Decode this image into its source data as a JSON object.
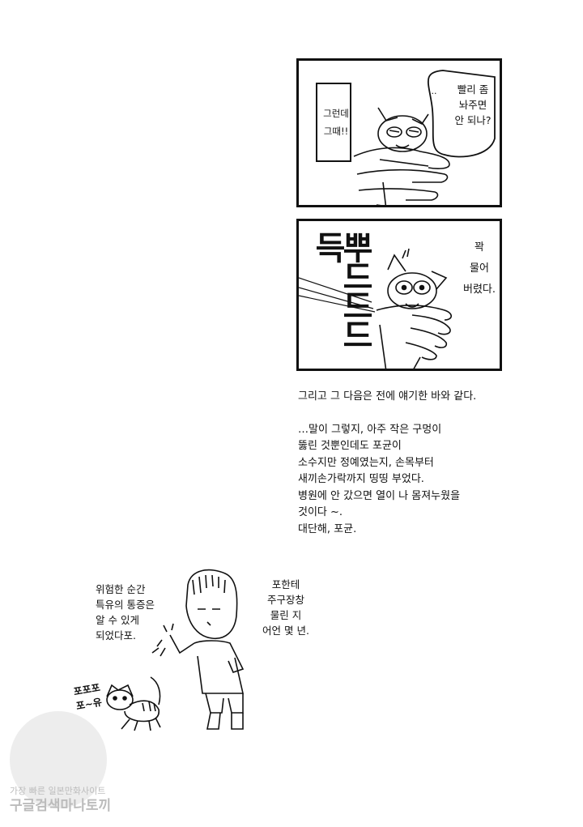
{
  "panel1": {
    "box_text_lines": [
      "그런데",
      "그때!!"
    ],
    "bubble_text_lines": [
      "빨리 좀",
      "놔주면",
      "안 되나?"
    ],
    "ellipsis_mark": "..."
  },
  "panel2": {
    "sfx_text": "뿌드드드득",
    "narration_lines": [
      "꽉",
      "물어",
      "버렸다."
    ]
  },
  "caption": {
    "line1": "그리고 그 다음은 전에 얘기한 바와 같다.",
    "line2": "…말이 그렇지, 아주 작은 구멍이",
    "line3": "뚫린 것뿐인데도 포균이",
    "line4": "소수지만 정예였는지, 손목부터",
    "line5": "새끼손가락까지 띵띵 부었다.",
    "line6": "병원에 안 갔으면 열이 나 몸져누웠을",
    "line7": "것이다 ~.",
    "line8": "대단해, 포균."
  },
  "doodle": {
    "left_note_lines": [
      "위험한 순간",
      "특유의 통증은",
      "알 수 있게",
      "되었다포."
    ],
    "right_note_lines": [
      "포한테",
      "주구장창",
      "물린 지",
      "어언 몇 년."
    ],
    "cat_sound_lines": [
      "포포포",
      "포~유"
    ]
  },
  "watermark": {
    "line1": "가장 빠른 일본만화사이트",
    "line2": "구글검색마나토끼"
  }
}
